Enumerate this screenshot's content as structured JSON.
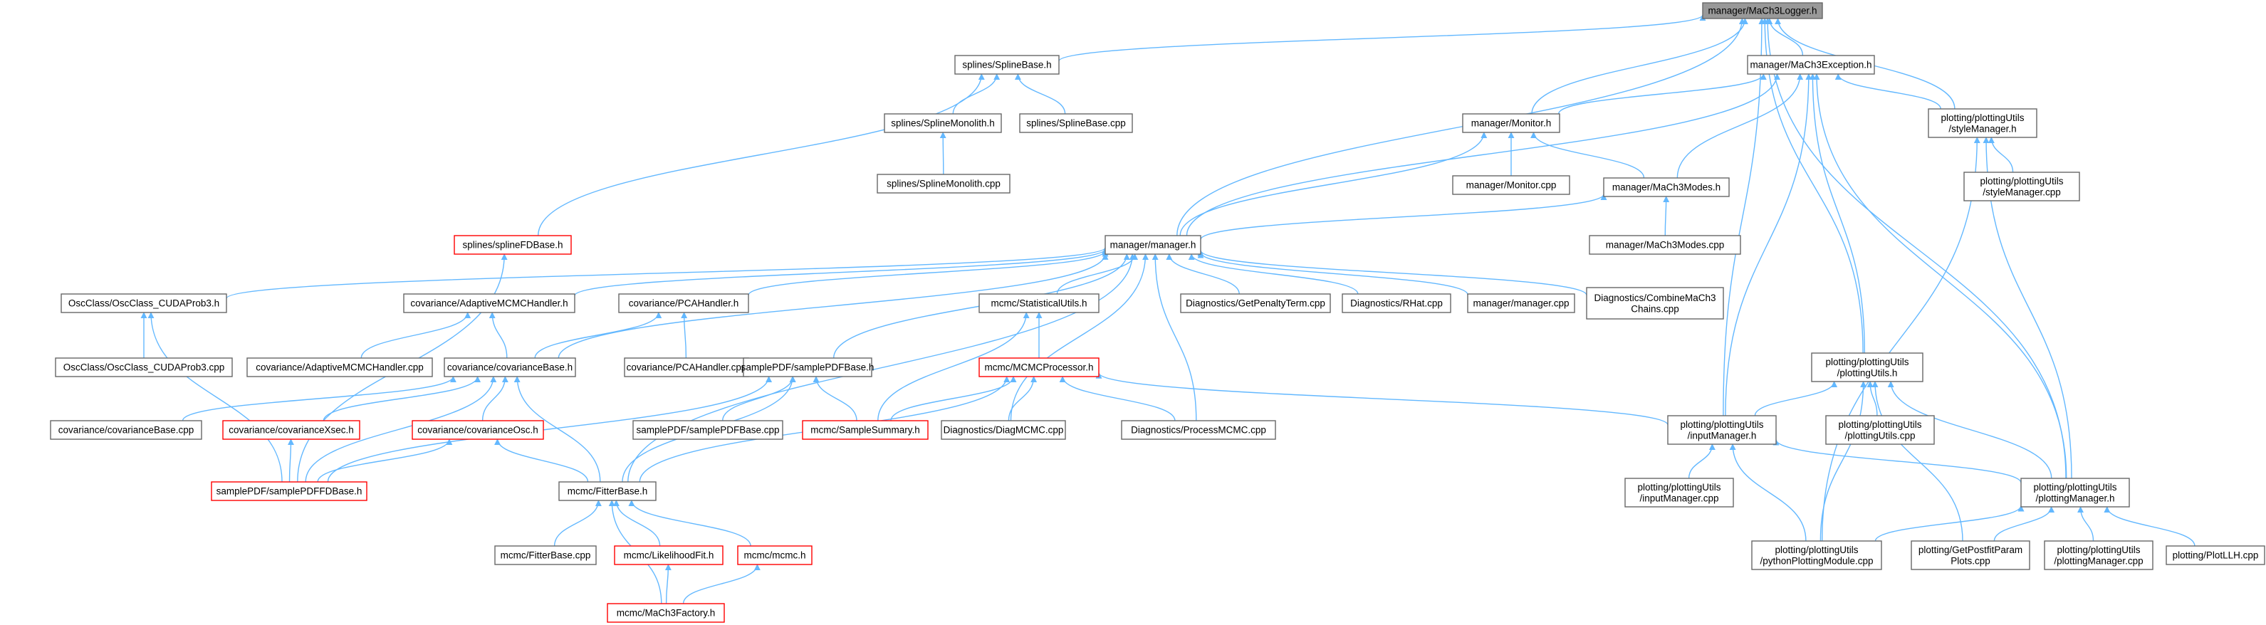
{
  "colors": {
    "edge": "#63b8ff",
    "node_border": "#666666",
    "node_border_highlight": "#ff0000",
    "node_fill": "#ffffff",
    "root_fill": "#999999",
    "text": "#000000"
  },
  "nodes": [
    {
      "id": "root",
      "lines": [
        "manager/MaCh3Logger.h"
      ],
      "style": "root"
    },
    {
      "id": "splinebase_h",
      "lines": [
        "splines/SplineBase.h"
      ]
    },
    {
      "id": "exception_h",
      "lines": [
        "manager/MaCh3Exception.h"
      ]
    },
    {
      "id": "splinemono_h",
      "lines": [
        "splines/SplineMonolith.h"
      ]
    },
    {
      "id": "splinebase_cpp",
      "lines": [
        "splines/SplineBase.cpp"
      ]
    },
    {
      "id": "splinemono_cpp",
      "lines": [
        "splines/SplineMonolith.cpp"
      ]
    },
    {
      "id": "monitor_h",
      "lines": [
        "manager/Monitor.h"
      ]
    },
    {
      "id": "stylemgr_h",
      "lines": [
        "plotting/plottingUtils",
        "/styleManager.h"
      ]
    },
    {
      "id": "monitor_cpp",
      "lines": [
        "manager/Monitor.cpp"
      ]
    },
    {
      "id": "stylemgr_cpp",
      "lines": [
        "plotting/plottingUtils",
        "/styleManager.cpp"
      ]
    },
    {
      "id": "modes_h",
      "lines": [
        "manager/MaCh3Modes.h"
      ]
    },
    {
      "id": "splinefd_h",
      "lines": [
        "splines/splineFDBase.h"
      ],
      "style": "red"
    },
    {
      "id": "manager_h",
      "lines": [
        "manager/manager.h"
      ]
    },
    {
      "id": "modes_cpp",
      "lines": [
        "manager/MaCh3Modes.cpp"
      ]
    },
    {
      "id": "cudaprob_h",
      "lines": [
        "OscClass/OscClass_CUDAProb3.h"
      ]
    },
    {
      "id": "adaptive_h",
      "lines": [
        "covariance/AdaptiveMCMCHandler.h"
      ]
    },
    {
      "id": "pca_h",
      "lines": [
        "covariance/PCAHandler.h"
      ]
    },
    {
      "id": "stat_h",
      "lines": [
        "mcmc/StatisticalUtils.h"
      ]
    },
    {
      "id": "penalty_cpp",
      "lines": [
        "Diagnostics/GetPenaltyTerm.cpp"
      ]
    },
    {
      "id": "rhat_cpp",
      "lines": [
        "Diagnostics/RHat.cpp"
      ]
    },
    {
      "id": "manager_cpp",
      "lines": [
        "manager/manager.cpp"
      ]
    },
    {
      "id": "combine_cpp",
      "lines": [
        "Diagnostics/CombineMaCh3",
        "Chains.cpp"
      ]
    },
    {
      "id": "cudaprob_cpp",
      "lines": [
        "OscClass/OscClass_CUDAProb3.cpp"
      ]
    },
    {
      "id": "adaptive_cpp",
      "lines": [
        "covariance/AdaptiveMCMCHandler.cpp"
      ]
    },
    {
      "id": "pca_cpp",
      "lines": [
        "covariance/PCAHandler.cpp"
      ]
    },
    {
      "id": "covbase_h",
      "lines": [
        "covariance/covarianceBase.h"
      ]
    },
    {
      "id": "samplepdf_h",
      "lines": [
        "samplePDF/samplePDFBase.h"
      ]
    },
    {
      "id": "mcmcproc_h",
      "lines": [
        "mcmc/MCMCProcessor.h"
      ],
      "style": "red"
    },
    {
      "id": "plotutils_h",
      "lines": [
        "plotting/plottingUtils",
        "/plottingUtils.h"
      ]
    },
    {
      "id": "covbase_cpp",
      "lines": [
        "covariance/covarianceBase.cpp"
      ]
    },
    {
      "id": "covxsec_h",
      "lines": [
        "covariance/covarianceXsec.h"
      ],
      "style": "red"
    },
    {
      "id": "covosc_h",
      "lines": [
        "covariance/covarianceOsc.h"
      ],
      "style": "red"
    },
    {
      "id": "samplepdf_cpp",
      "lines": [
        "samplePDF/samplePDFBase.cpp"
      ]
    },
    {
      "id": "samplesum_h",
      "lines": [
        "mcmc/SampleSummary.h"
      ],
      "style": "red"
    },
    {
      "id": "diagmcmc_cpp",
      "lines": [
        "Diagnostics/DiagMCMC.cpp"
      ]
    },
    {
      "id": "procmcmc_cpp",
      "lines": [
        "Diagnostics/ProcessMCMC.cpp"
      ]
    },
    {
      "id": "inputmgr_h",
      "lines": [
        "plotting/plottingUtils",
        "/inputManager.h"
      ]
    },
    {
      "id": "plotutils_cpp",
      "lines": [
        "plotting/plottingUtils",
        "/plottingUtils.cpp"
      ]
    },
    {
      "id": "samplefd_h",
      "lines": [
        "samplePDF/samplePDFFDBase.h"
      ],
      "style": "red"
    },
    {
      "id": "fitter_h",
      "lines": [
        "mcmc/FitterBase.h"
      ]
    },
    {
      "id": "inputmgr_cpp",
      "lines": [
        "plotting/plottingUtils",
        "/inputManager.cpp"
      ]
    },
    {
      "id": "plotmgr_h",
      "lines": [
        "plotting/plottingUtils",
        "/plottingManager.h"
      ]
    },
    {
      "id": "fitter_cpp",
      "lines": [
        "mcmc/FitterBase.cpp"
      ]
    },
    {
      "id": "likelihood_h",
      "lines": [
        "mcmc/LikelihoodFit.h"
      ],
      "style": "red"
    },
    {
      "id": "mcmc_h",
      "lines": [
        "mcmc/mcmc.h"
      ],
      "style": "red"
    },
    {
      "id": "pyplot_cpp",
      "lines": [
        "plotting/plottingUtils",
        "/pythonPlottingModule.cpp"
      ]
    },
    {
      "id": "postfit_cpp",
      "lines": [
        "plotting/GetPostfitParam",
        "Plots.cpp"
      ]
    },
    {
      "id": "plotmgr_cpp",
      "lines": [
        "plotting/plottingUtils",
        "/plottingManager.cpp"
      ]
    },
    {
      "id": "plotllh_cpp",
      "lines": [
        "plotting/PlotLLH.cpp"
      ]
    },
    {
      "id": "factory_h",
      "lines": [
        "mcmc/MaCh3Factory.h"
      ],
      "style": "red"
    }
  ],
  "edges": [
    [
      "root",
      "splinebase_h"
    ],
    [
      "root",
      "exception_h"
    ],
    [
      "root",
      "monitor_h"
    ],
    [
      "root",
      "stylemgr_h"
    ],
    [
      "root",
      "manager_h"
    ],
    [
      "root",
      "inputmgr_h"
    ],
    [
      "root",
      "plotutils_h"
    ],
    [
      "root",
      "plotmgr_h"
    ],
    [
      "splinebase_h",
      "splinemono_h"
    ],
    [
      "splinebase_h",
      "splinebase_cpp"
    ],
    [
      "splinebase_h",
      "splinefd_h"
    ],
    [
      "splinemono_h",
      "splinemono_cpp"
    ],
    [
      "exception_h",
      "monitor_h"
    ],
    [
      "exception_h",
      "stylemgr_h"
    ],
    [
      "exception_h",
      "modes_h"
    ],
    [
      "exception_h",
      "manager_h"
    ],
    [
      "exception_h",
      "plotutils_h"
    ],
    [
      "exception_h",
      "inputmgr_h"
    ],
    [
      "exception_h",
      "plotmgr_h"
    ],
    [
      "monitor_h",
      "monitor_cpp"
    ],
    [
      "monitor_h",
      "modes_h"
    ],
    [
      "monitor_h",
      "manager_h"
    ],
    [
      "modes_h",
      "manager_h"
    ],
    [
      "modes_h",
      "modes_cpp"
    ],
    [
      "stylemgr_h",
      "stylemgr_cpp"
    ],
    [
      "stylemgr_h",
      "plotmgr_h"
    ],
    [
      "stylemgr_h",
      "pyplot_cpp"
    ],
    [
      "splinefd_h",
      "samplefd_h"
    ],
    [
      "manager_h",
      "cudaprob_h"
    ],
    [
      "manager_h",
      "adaptive_h"
    ],
    [
      "manager_h",
      "pca_h"
    ],
    [
      "manager_h",
      "stat_h"
    ],
    [
      "manager_h",
      "penalty_cpp"
    ],
    [
      "manager_h",
      "rhat_cpp"
    ],
    [
      "manager_h",
      "manager_cpp"
    ],
    [
      "manager_h",
      "combine_cpp"
    ],
    [
      "manager_h",
      "covbase_h"
    ],
    [
      "manager_h",
      "samplepdf_h"
    ],
    [
      "manager_h",
      "diagmcmc_cpp"
    ],
    [
      "manager_h",
      "procmcmc_cpp"
    ],
    [
      "manager_h",
      "fitter_h"
    ],
    [
      "cudaprob_h",
      "cudaprob_cpp"
    ],
    [
      "cudaprob_h",
      "samplefd_h"
    ],
    [
      "adaptive_h",
      "adaptive_cpp"
    ],
    [
      "adaptive_h",
      "covbase_h"
    ],
    [
      "pca_h",
      "pca_cpp"
    ],
    [
      "pca_h",
      "covbase_h"
    ],
    [
      "stat_h",
      "mcmcproc_h"
    ],
    [
      "stat_h",
      "samplesum_h"
    ],
    [
      "covbase_h",
      "covbase_cpp"
    ],
    [
      "covbase_h",
      "covxsec_h"
    ],
    [
      "covbase_h",
      "covosc_h"
    ],
    [
      "covbase_h",
      "samplefd_h"
    ],
    [
      "covbase_h",
      "fitter_h"
    ],
    [
      "covxsec_h",
      "samplefd_h"
    ],
    [
      "covosc_h",
      "samplefd_h"
    ],
    [
      "covosc_h",
      "fitter_h"
    ],
    [
      "samplepdf_h",
      "samplepdf_cpp"
    ],
    [
      "samplepdf_h",
      "samplesum_h"
    ],
    [
      "samplepdf_h",
      "samplefd_h"
    ],
    [
      "samplepdf_h",
      "fitter_h"
    ],
    [
      "mcmcproc_h",
      "samplesum_h"
    ],
    [
      "mcmcproc_h",
      "diagmcmc_cpp"
    ],
    [
      "mcmcproc_h",
      "procmcmc_cpp"
    ],
    [
      "mcmcproc_h",
      "inputmgr_h"
    ],
    [
      "mcmcproc_h",
      "fitter_h"
    ],
    [
      "plotutils_h",
      "inputmgr_h"
    ],
    [
      "plotutils_h",
      "plotutils_cpp"
    ],
    [
      "plotutils_h",
      "plotmgr_h"
    ],
    [
      "plotutils_h",
      "pyplot_cpp"
    ],
    [
      "plotutils_h",
      "postfit_cpp"
    ],
    [
      "inputmgr_h",
      "inputmgr_cpp"
    ],
    [
      "inputmgr_h",
      "plotmgr_h"
    ],
    [
      "inputmgr_h",
      "pyplot_cpp"
    ],
    [
      "plotmgr_h",
      "pyplot_cpp"
    ],
    [
      "plotmgr_h",
      "postfit_cpp"
    ],
    [
      "plotmgr_h",
      "plotmgr_cpp"
    ],
    [
      "plotmgr_h",
      "plotllh_cpp"
    ],
    [
      "fitter_h",
      "fitter_cpp"
    ],
    [
      "fitter_h",
      "likelihood_h"
    ],
    [
      "fitter_h",
      "mcmc_h"
    ],
    [
      "fitter_h",
      "factory_h"
    ],
    [
      "likelihood_h",
      "factory_h"
    ],
    [
      "mcmc_h",
      "factory_h"
    ]
  ]
}
